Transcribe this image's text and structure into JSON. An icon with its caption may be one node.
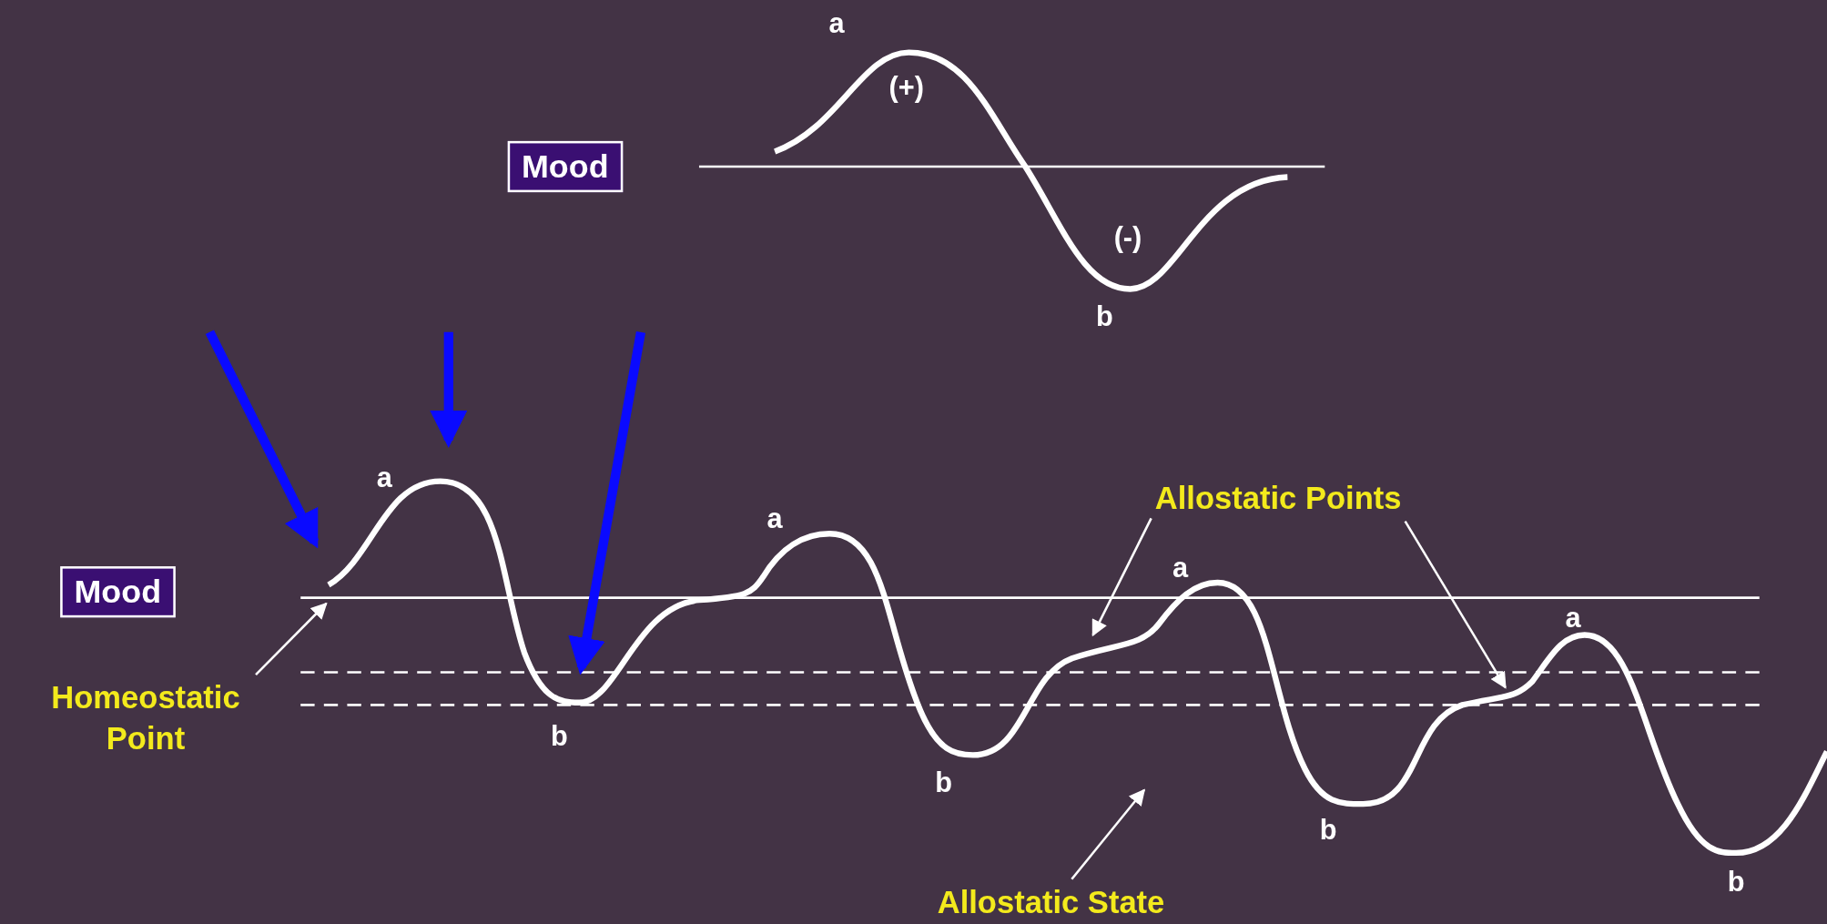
{
  "diagram": {
    "nodes": [
      {
        "text": [
          "Mood"
        ]
      },
      {
        "text": [
          "Mood"
        ]
      },
      {
        "text": [
          "Homeostatic Point"
        ]
      },
      {
        "text": [
          "Allostatic Points"
        ]
      },
      {
        "text": [
          "Allostatic State"
        ]
      }
    ],
    "edges": [
      {
        "from": 2,
        "to": null,
        "arrow": "to"
      },
      {
        "from": 3,
        "to": null,
        "arrow": "to"
      },
      {
        "from": 3,
        "to": null,
        "arrow": "to"
      },
      {
        "from": 4,
        "to": null,
        "arrow": "to"
      }
    ],
    "labels": [
      "a",
      "(+)",
      "(-)",
      "b",
      "a",
      "b",
      "a",
      "b",
      "a",
      "b",
      "a",
      "b"
    ]
  }
}
